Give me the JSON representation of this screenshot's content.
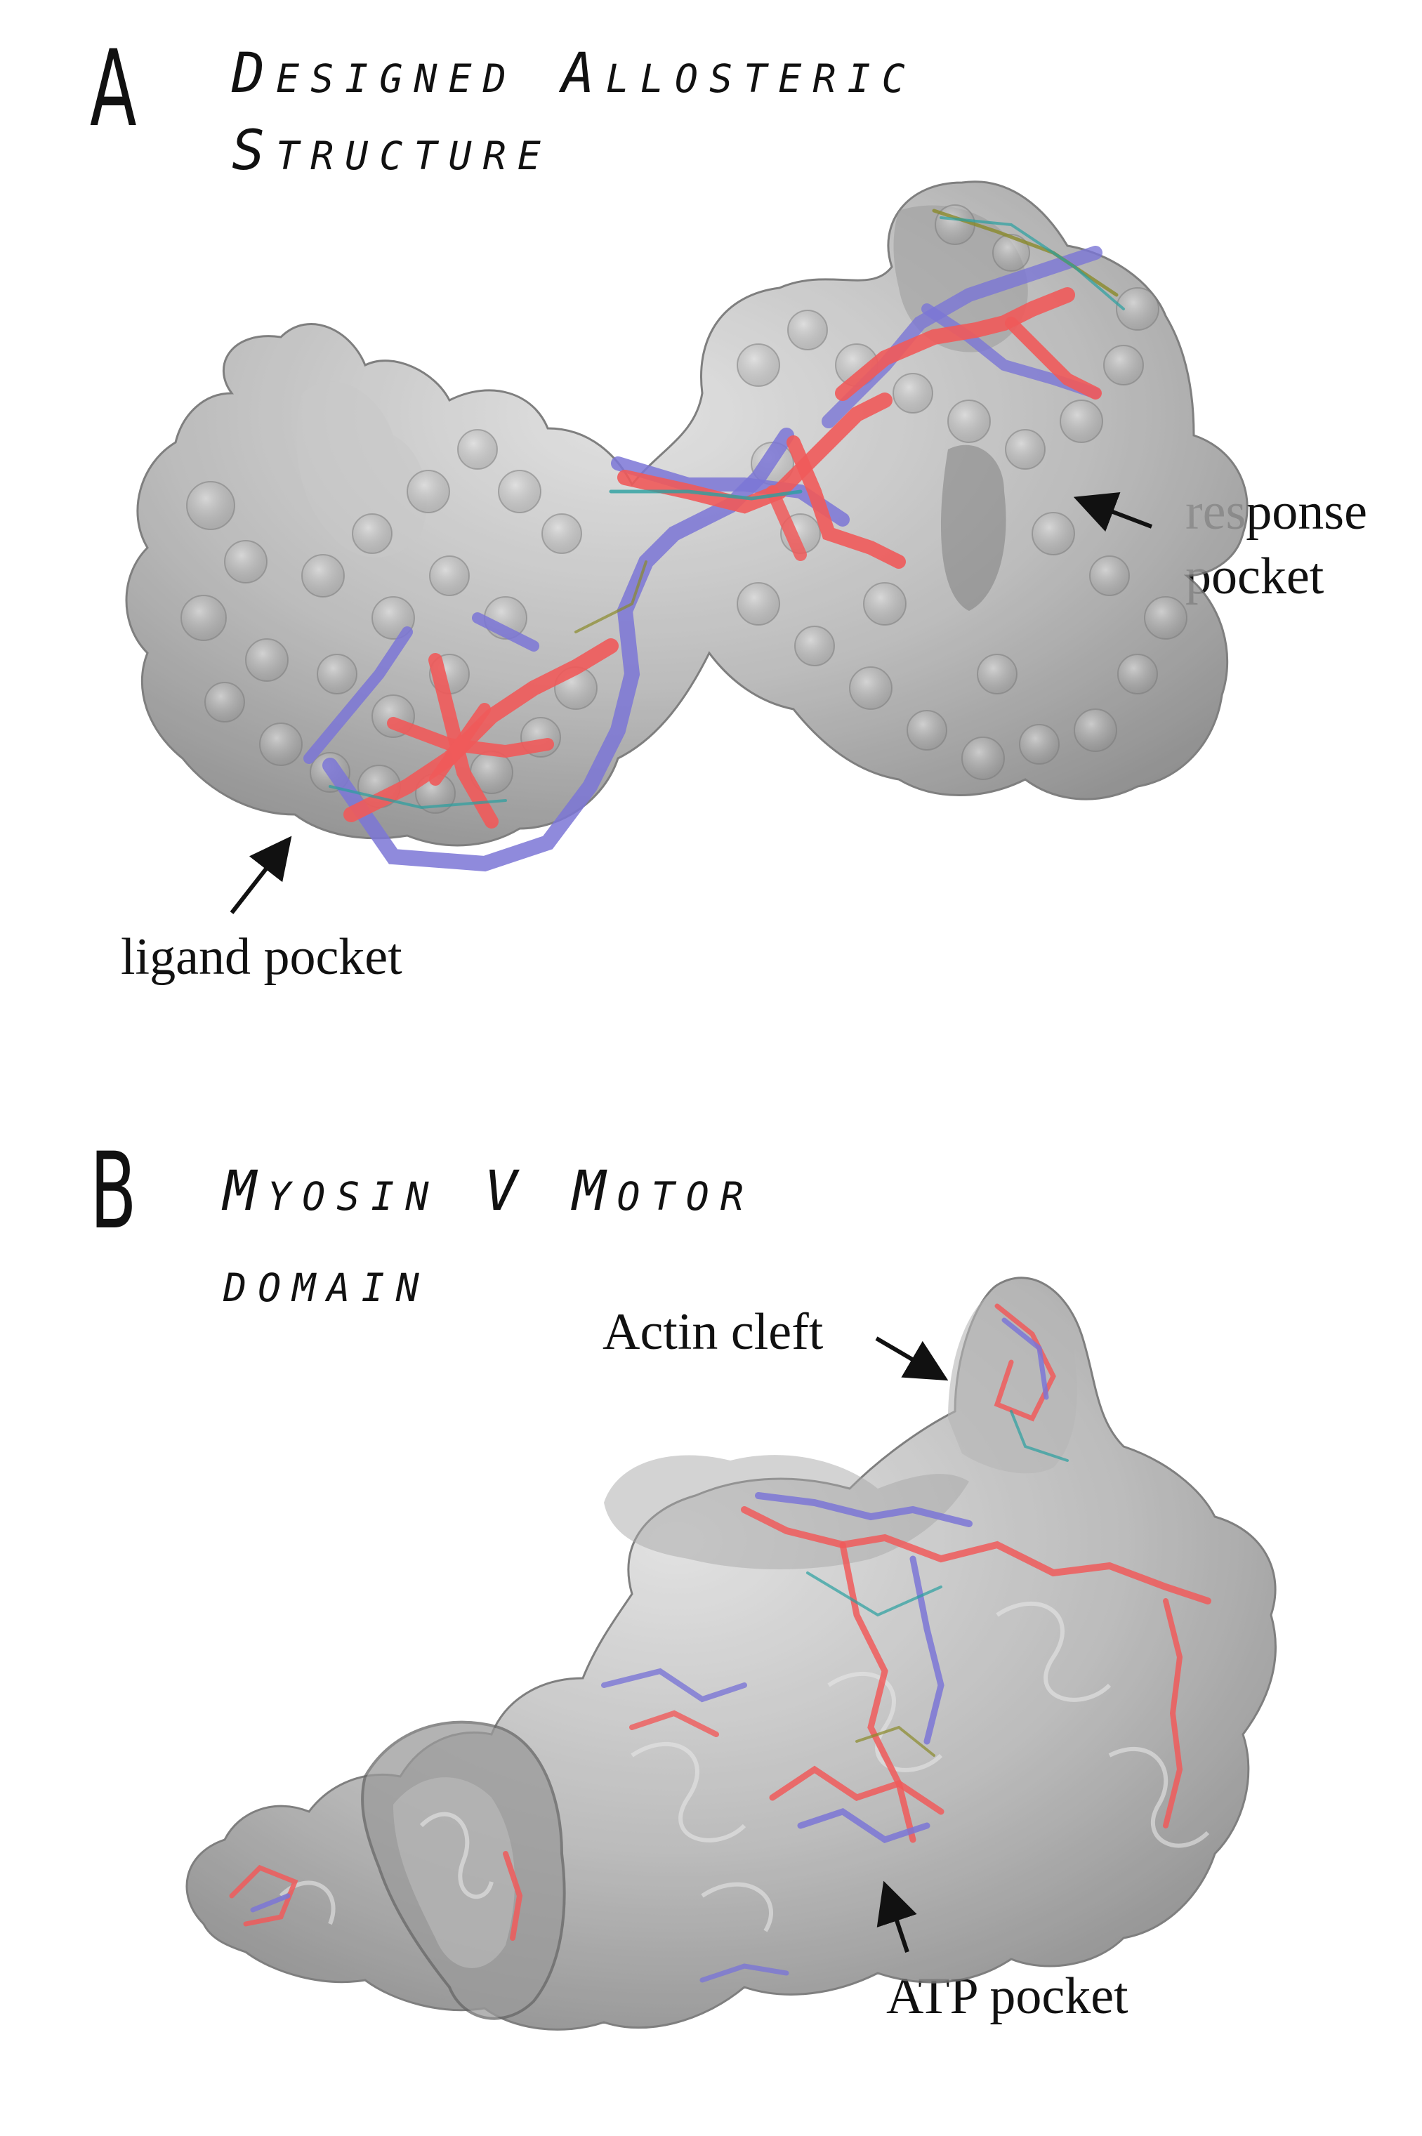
{
  "panel_a": {
    "letter": "A",
    "title_line1": "Designed Allosteric",
    "title_line2": "Structure",
    "labels": {
      "response_line1": "response",
      "response_line2": "pocket",
      "ligand": "ligand pocket"
    }
  },
  "panel_b": {
    "letter": "B",
    "title_line1": "Myosin V Motor",
    "title_line2": "domain",
    "labels": {
      "actin": "Actin cleft",
      "atp": "ATP pocket"
    }
  },
  "colors": {
    "surface": "#8c8c8c",
    "stick_red": "#f05a5a",
    "stick_blue": "#7b76d6",
    "stick_cyan": "#2aa0a0",
    "stick_olive": "#8a8a2a",
    "text": "#111111"
  }
}
